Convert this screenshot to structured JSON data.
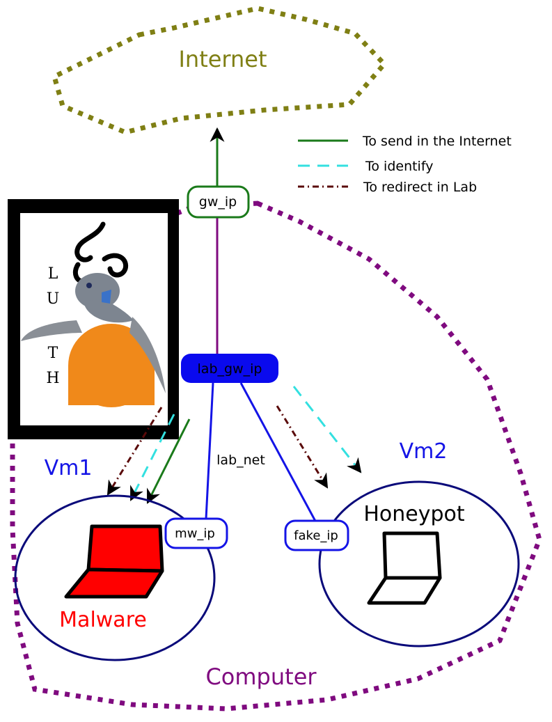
{
  "clouds": {
    "internet": "Internet",
    "computer": "Computer"
  },
  "legend": {
    "items": [
      {
        "label": "To send in the Internet",
        "color": "#1a7a1a",
        "style": "solid"
      },
      {
        "label": "To identify",
        "color": "#33e0e0",
        "style": "dashed"
      },
      {
        "label": "To redirect in Lab",
        "color": "#5a0a0a",
        "style": "dash-dot"
      }
    ]
  },
  "nodes": {
    "gw_ip": "gw_ip",
    "lab_gw_ip": "lab_gw_ip",
    "lab_net": "lab_net",
    "mw_ip": "mw_ip",
    "fake_ip": "fake_ip"
  },
  "vms": {
    "vm1": {
      "label": "Vm1",
      "content": "Malware"
    },
    "vm2": {
      "label": "Vm2",
      "content": "Honeypot"
    }
  },
  "logo": {
    "letters": [
      "L",
      "U",
      "T",
      "H"
    ]
  },
  "colors": {
    "internet": "#7f7f14",
    "computer": "#7f0a7f",
    "network": "#1414e6",
    "vm_border": "#0a0a7a",
    "malware": "#ff0000",
    "lab_gw_fill": "#0a0aee",
    "gw_border": "#1a7a1a"
  }
}
